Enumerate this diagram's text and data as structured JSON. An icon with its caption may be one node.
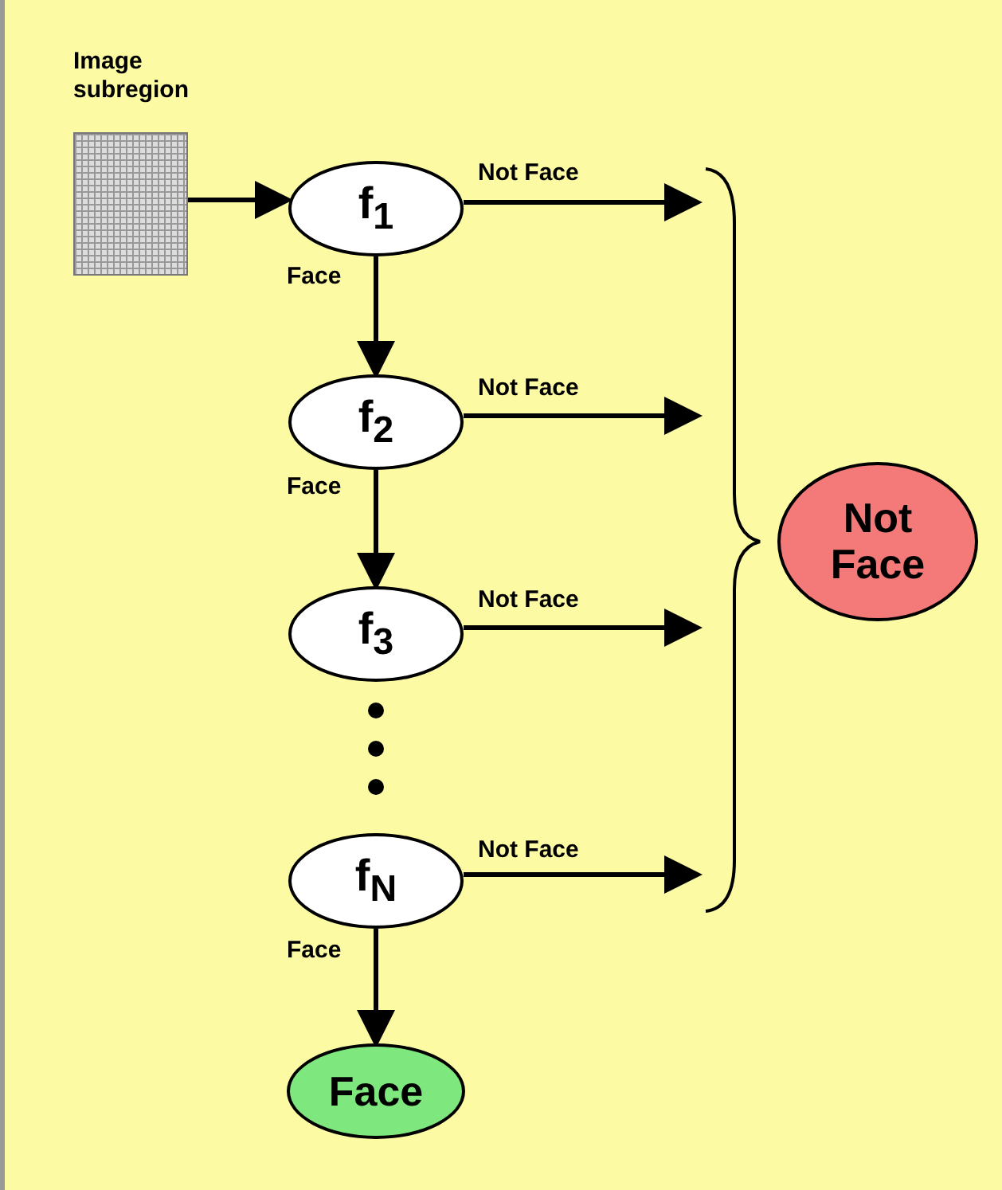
{
  "diagram": {
    "nodes": [
      {
        "text": [
          "Image subregion"
        ]
      },
      {
        "text": [
          "f$_{1}$"
        ]
      },
      {
        "text": [
          "f$_{2}$"
        ]
      },
      {
        "text": [
          "f$_{3}$"
        ]
      },
      {
        "text": [
          "f$_{N}$"
        ]
      },
      {
        "text": [
          "Face"
        ]
      },
      {
        "text": [
          "Not Face"
        ]
      }
    ],
    "edges": [
      {
        "from": 0,
        "to": 1,
        "arrow": "to"
      },
      {
        "from": 1,
        "to": 6,
        "arrow": "to",
        "label": "Not Face"
      },
      {
        "from": 1,
        "to": 2,
        "arrow": "to",
        "label": "Face"
      },
      {
        "from": 2,
        "to": 6,
        "arrow": "to",
        "label": "Not Face"
      },
      {
        "from": 2,
        "to": 3,
        "arrow": "to",
        "label": "Face"
      },
      {
        "from": 3,
        "to": 6,
        "arrow": "to",
        "label": "Not Face"
      },
      {
        "from": 4,
        "to": 6,
        "arrow": "to",
        "label": "Not Face"
      },
      {
        "from": 4,
        "to": 5,
        "arrow": "to",
        "label": "Face"
      }
    ]
  }
}
